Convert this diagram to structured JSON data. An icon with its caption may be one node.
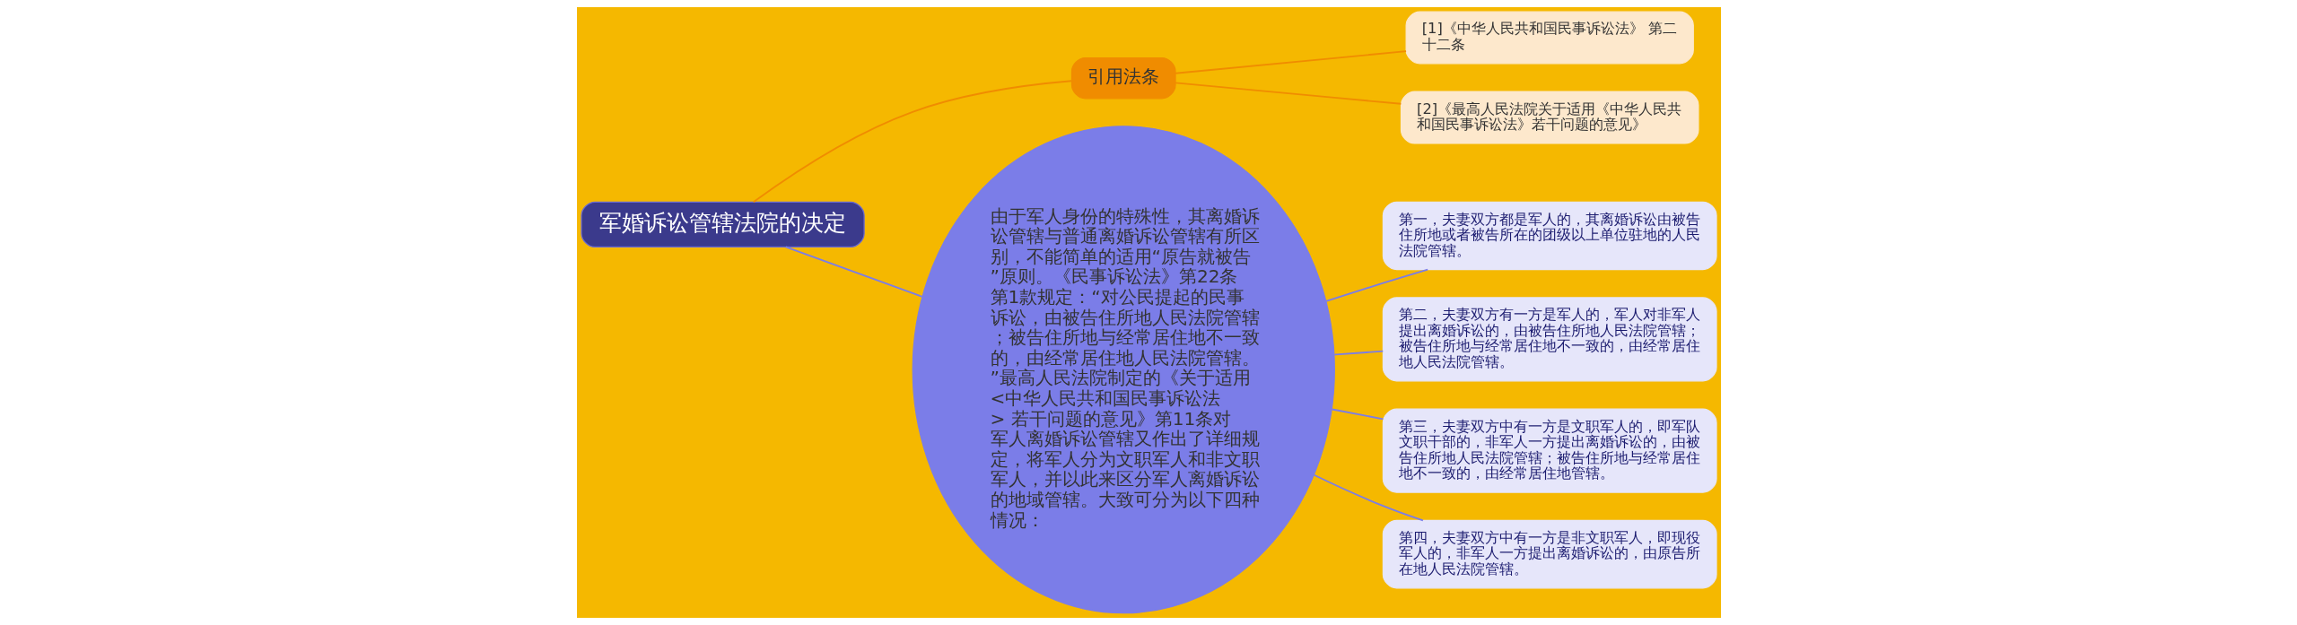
{
  "diagram": {
    "nodes": [
      {
        "text": [
          "军婚诉讼管辖法院的决定"
        ]
      },
      {
        "text": [
          "引用法条"
        ]
      },
      {
        "text": [
          "[1]《中华人民共和国民事诉讼法》 第二十二条"
        ]
      },
      {
        "text": [
          "[2]《最高人民法院关于适用《中华人民共和国民事诉讼法》若干问题的意见》"
        ]
      },
      {
        "text": [
          "由于军人身份的特殊性，其离婚诉讼管辖与普通离婚诉讼管辖有所区别，不能简单的适用“原告就被告”原则。《民事诉讼法》第22条第1款规定：“对公民提起的民事诉讼，由被告住所地人民法院管辖；被告住所地与经常居住地不一致的，由经常居住地人民法院管辖。”最高人民法院制定的《关于适用 <中华人民共和国民事诉讼法 > 若干问题的意见》第11条对军人离婚诉讼管辖又作出了详细规定，将军人分为文职军人和非文职军人，并以此来区分军人离婚诉讼的地域管辖。大致可分为以下四种情况："
        ]
      },
      {
        "text": [
          "第一，夫妻双方都是军人的，其离婚诉讼由被告住所地或者被告所在的团级以上单位驻地的人民法院管辖。"
        ]
      },
      {
        "text": [
          "第二，夫妻双方有一方是军人的，军人对非军人提出离婚诉讼的，由被告住所地人民法院管辖；被告住所地与经常居住地不一致的，由经常居住地人民法院管辖。"
        ]
      },
      {
        "text": [
          "第三，夫妻双方中有一方是文职军人的，即军队文职干部的，非军人一方提出离婚诉讼的，由被告住所地人民法院管辖；被告住所地与经常居住地不一致的，由经常居住地管辖。"
        ]
      },
      {
        "text": [
          "第四，夫妻双方中有一方是非文职军人，即现役军人的，非军人一方提出离婚诉讼的，由原告所在地人民法院管辖。"
        ]
      }
    ],
    "edges": [
      {
        "from": 0,
        "to": 1,
        "arrow": "none",
        "color": "#f08c00"
      },
      {
        "from": 1,
        "to": 2,
        "arrow": "none",
        "color": "#f08c00"
      },
      {
        "from": 1,
        "to": 3,
        "arrow": "none",
        "color": "#f08c00"
      },
      {
        "from": 0,
        "to": 4,
        "arrow": "none"
      },
      {
        "from": 4,
        "to": 5,
        "arrow": "none"
      },
      {
        "from": 4,
        "to": 6,
        "arrow": "none"
      },
      {
        "from": 4,
        "to": 7,
        "arrow": "none"
      },
      {
        "from": 4,
        "to": 8,
        "arrow": "none"
      }
    ]
  }
}
